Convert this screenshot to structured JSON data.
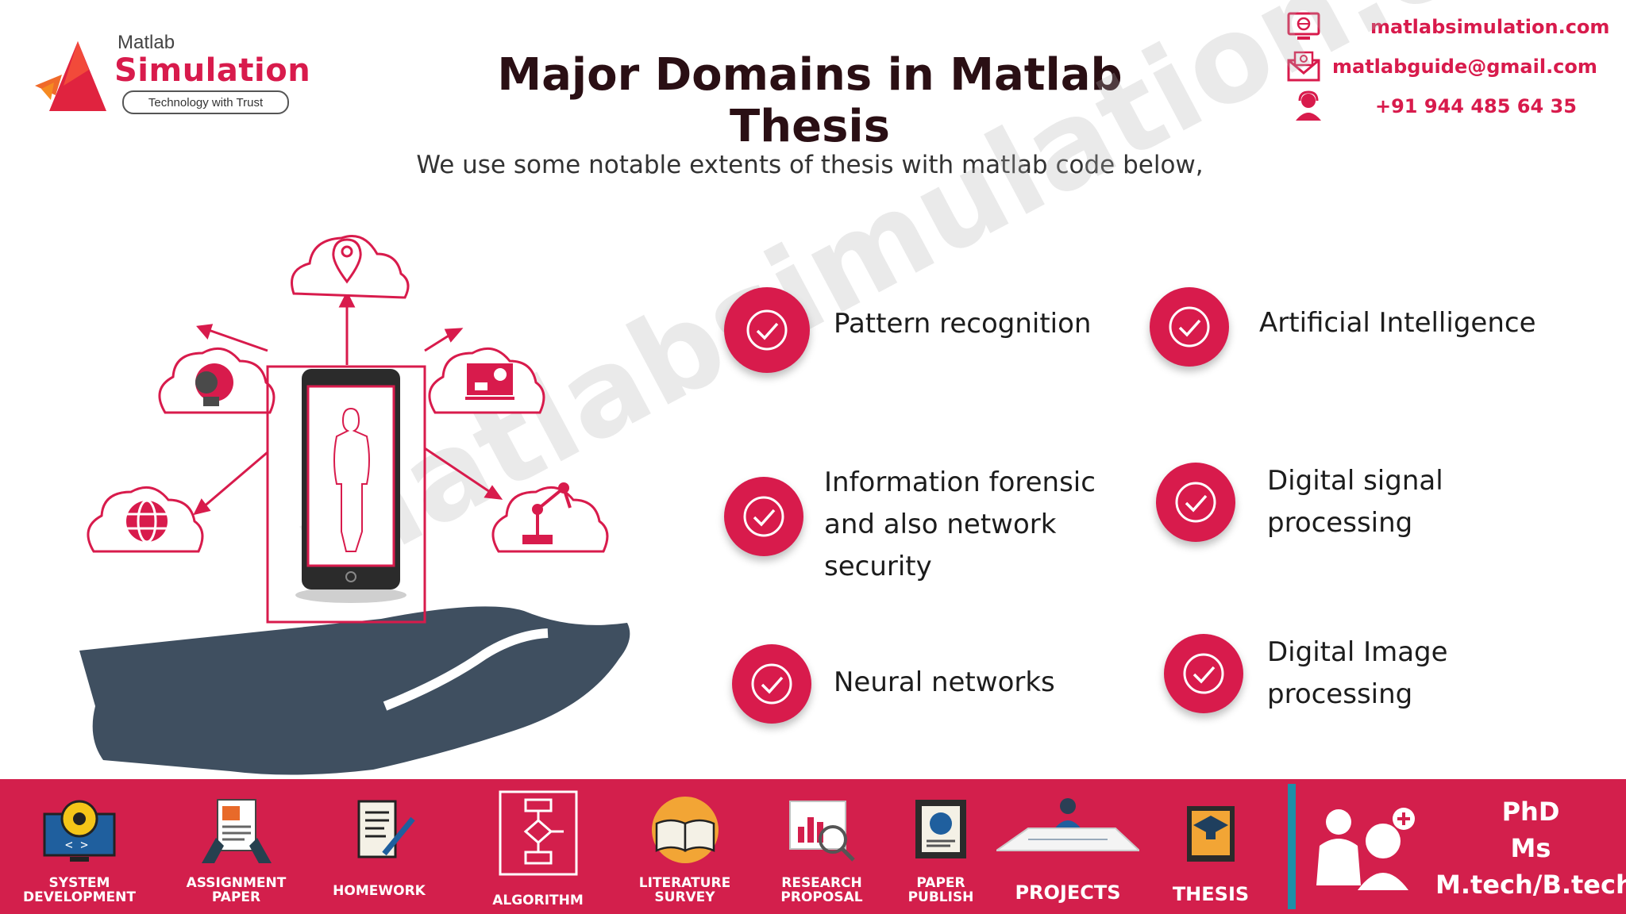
{
  "logo": {
    "small_text": "Matlab",
    "brand": "Simulation",
    "tagline": "Technology with Trust"
  },
  "title": "Major Domains in Matlab Thesis",
  "subtitle": "We use some notable extents of thesis with matlab code below,",
  "contact": {
    "website": "matlabsimulation.com",
    "email": "matlabguide@gmail.com",
    "phone": "+91 944 485 64 35"
  },
  "watermark": "matlabsimulation.com",
  "domains": [
    {
      "label": "Pattern recognition"
    },
    {
      "label": "Artificial Intelligence"
    },
    {
      "label": "Information forensic\nand also network\nsecurity"
    },
    {
      "label": "Digital signal\nprocessing"
    },
    {
      "label": "Neural networks"
    },
    {
      "label": "Digital Image\nprocessing"
    }
  ],
  "footer": {
    "items": [
      {
        "label": "SYSTEM\nDEVELOPMENT"
      },
      {
        "label": "ASSIGNMENT\nPAPER"
      },
      {
        "label": "HOMEWORK"
      },
      {
        "label": "ALGORITHM"
      },
      {
        "label": "LITERATURE\nSURVEY"
      },
      {
        "label": "RESEARCH\nPROPOSAL"
      },
      {
        "label": "PAPER\nPUBLISH"
      },
      {
        "label": "PROJECTS"
      },
      {
        "label": "THESIS"
      }
    ],
    "degrees": [
      "PhD",
      "Ms",
      "M.tech/B.tech"
    ]
  },
  "colors": {
    "accent": "#d81b4c",
    "footer_bg": "#d31f4c",
    "hand": "#3f4f60",
    "title": "#2a0f14"
  }
}
